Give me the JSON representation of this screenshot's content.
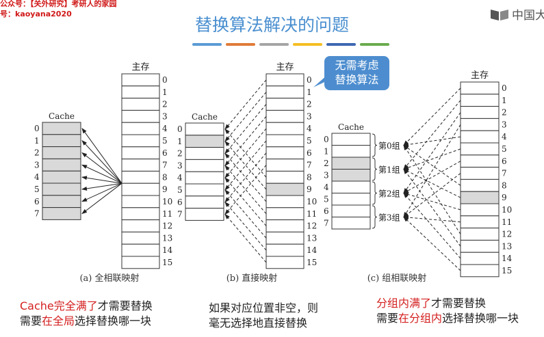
{
  "watermark": {
    "line1": "公众号：【关外研究】考研人的家园",
    "line2": "号：kaoyana2020"
  },
  "logo": {
    "icon": "open-book-icon",
    "text": "中国大"
  },
  "title": "替换算法解决的问题",
  "title_bar_colors": [
    "#5b9bd5",
    "#e07b39",
    "#a5a5a5",
    "#f5be22",
    "#3e67b1",
    "#6aab4e"
  ],
  "bubble": {
    "line1": "无需考虑",
    "line2": "替换算法",
    "color": "#4d8dcf",
    "icon": "pencil-icon"
  },
  "diagrams": [
    {
      "id": "a",
      "caption": "(a) 全相联映射",
      "cache_label": "Cache",
      "memory_label": "主存",
      "cache_lines": 8,
      "memory_blocks": 16,
      "highlighted_cache": [
        0,
        1,
        2,
        3,
        4,
        5,
        6,
        7
      ],
      "highlighted_memory": [],
      "mapping": "fully-associative: memory block 9 may map to any cache line"
    },
    {
      "id": "b",
      "caption": "(b) 直接映射",
      "cache_label": "Cache",
      "memory_label": "主存",
      "cache_lines": 8,
      "memory_blocks": 16,
      "highlighted_cache": [
        1
      ],
      "highlighted_memory": [
        9
      ],
      "mapping": "direct: memory block k -> cache line k mod 8"
    },
    {
      "id": "c",
      "caption": "(c) 组相联映射",
      "cache_label": "Cache",
      "memory_label": "主存",
      "cache_lines": 8,
      "memory_blocks": 16,
      "groups": [
        "第0组",
        "第1组",
        "第2组",
        "第3组"
      ],
      "highlighted_cache": [
        2,
        3
      ],
      "highlighted_memory": [
        9
      ],
      "mapping": "set-associative: memory block k -> group k mod 4"
    }
  ],
  "notes": {
    "a": {
      "l1_red": "Cache完全满了",
      "l1_rest": "才需要替换",
      "l2_pre": "需要",
      "l2_red": "在全局",
      "l2_rest": "选择替换哪一块"
    },
    "b": {
      "l1": "如果对应位置非空，则",
      "l2": "毫无选择地直接替换"
    },
    "c": {
      "l1_red": "分组内满了",
      "l1_rest": "才需要替换",
      "l2_pre": "需要",
      "l2_red": "在分组内",
      "l2_rest": "选择替换哪一块"
    }
  },
  "colors": {
    "highlight_fill": "#d9d9d9",
    "accent_red": "#d42020",
    "title_blue": "#4a8fd0"
  }
}
